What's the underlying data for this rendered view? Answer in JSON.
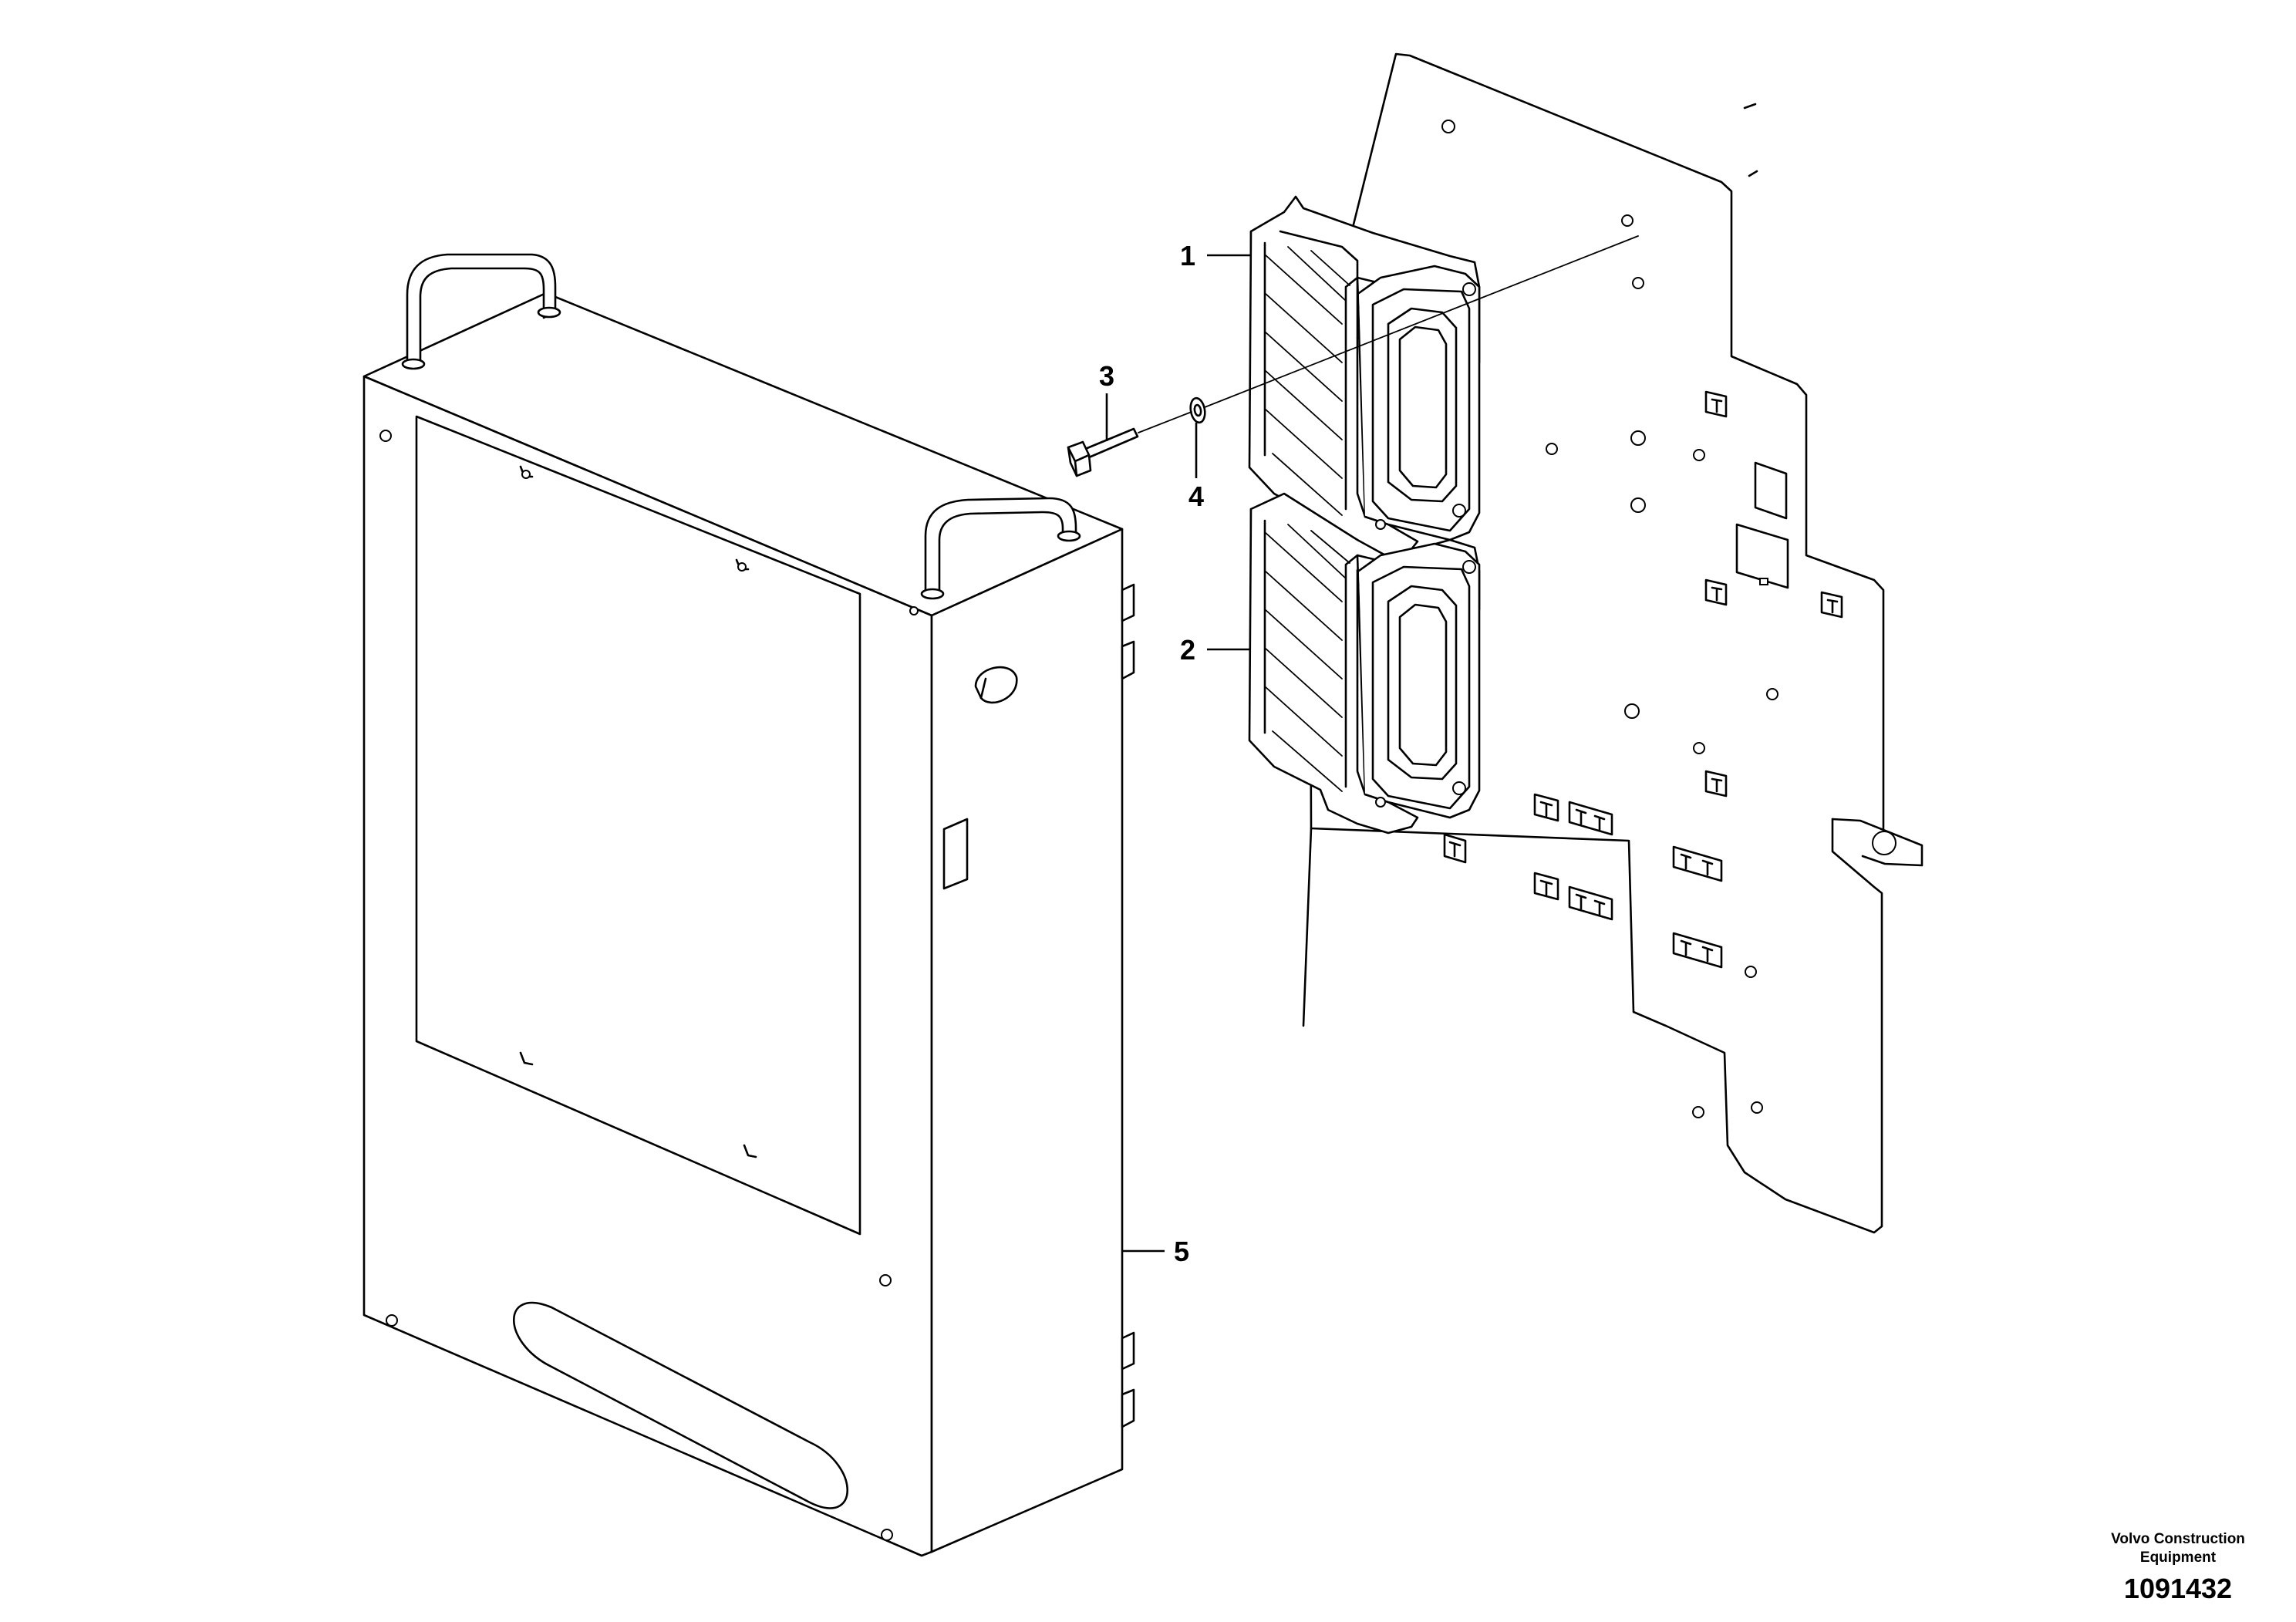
{
  "callouts": [
    {
      "id": "1",
      "label": "1"
    },
    {
      "id": "2",
      "label": "2"
    },
    {
      "id": "3",
      "label": "3"
    },
    {
      "id": "4",
      "label": "4"
    },
    {
      "id": "5",
      "label": "5"
    }
  ],
  "footer": {
    "company_line1": "Volvo Construction",
    "company_line2": "Equipment",
    "drawing_number": "1091432"
  }
}
